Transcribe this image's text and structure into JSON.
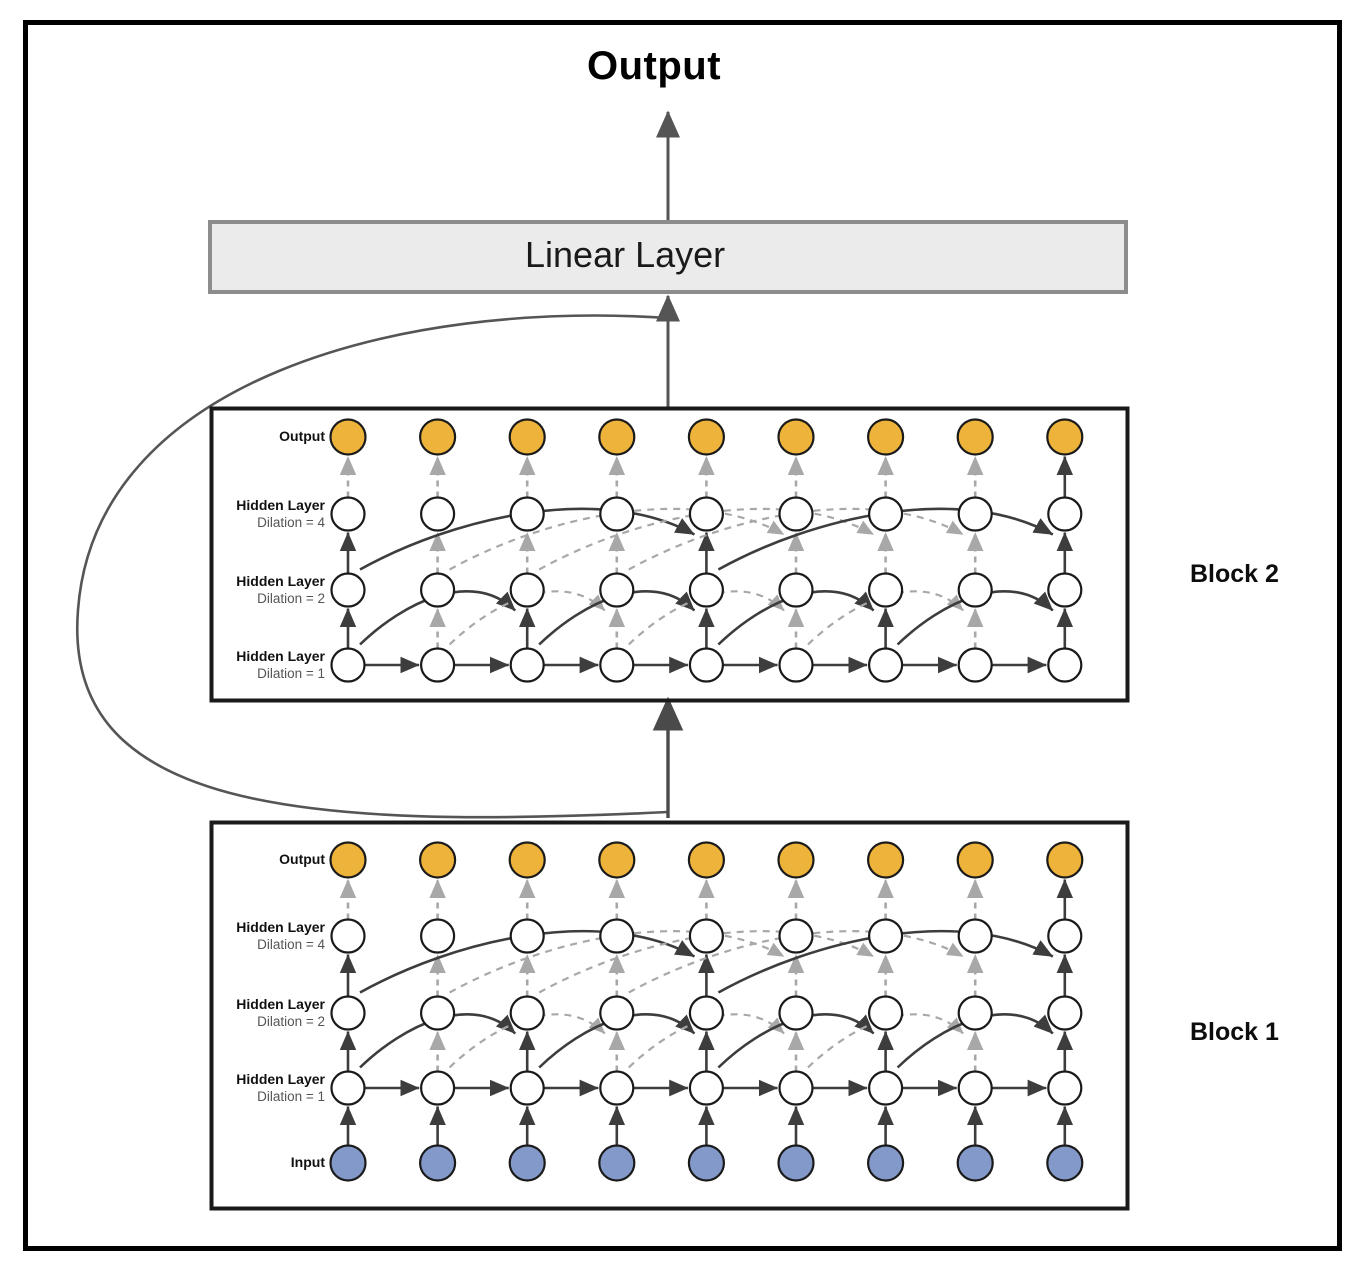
{
  "figure": {
    "title": "Output",
    "outer_border_color": "#000000"
  },
  "linear_layer": {
    "label": "Linear Layer",
    "fill": "#ebebeb",
    "stroke": "#8c8c8c"
  },
  "blocks": [
    {
      "id": "block-2",
      "label": "Block 2",
      "rows": [
        {
          "name": "output",
          "main": "Output",
          "sub": "",
          "node_fill": "#eeb33b"
        },
        {
          "name": "hidden-d4",
          "main": "Hidden Layer",
          "sub": "Dilation = 4",
          "node_fill": "#ffffff"
        },
        {
          "name": "hidden-d2",
          "main": "Hidden Layer",
          "sub": "Dilation = 2",
          "node_fill": "#ffffff"
        },
        {
          "name": "hidden-d1",
          "main": "Hidden Layer",
          "sub": "Dilation = 1",
          "node_fill": "#ffffff"
        }
      ]
    },
    {
      "id": "block-1",
      "label": "Block 1",
      "rows": [
        {
          "name": "output",
          "main": "Output",
          "sub": "",
          "node_fill": "#eeb33b"
        },
        {
          "name": "hidden-d4",
          "main": "Hidden Layer",
          "sub": "Dilation = 4",
          "node_fill": "#ffffff"
        },
        {
          "name": "hidden-d2",
          "main": "Hidden Layer",
          "sub": "Dilation = 2",
          "node_fill": "#ffffff"
        },
        {
          "name": "hidden-d1",
          "main": "Hidden Layer",
          "sub": "Dilation = 1",
          "node_fill": "#ffffff"
        },
        {
          "name": "input",
          "main": "Input",
          "sub": "",
          "node_fill": "#8399c9"
        }
      ]
    }
  ],
  "colors": {
    "output_node": "#eeb33b",
    "input_node": "#8399c9",
    "hidden_node": "#ffffff",
    "node_stroke": "#1a1a1a",
    "solid_edge": "#3d3d3d",
    "dashed_edge": "#a8a8a8",
    "block_border": "#1a1a1a"
  },
  "graph": {
    "nodes_per_row": 9,
    "dilations": [
      1,
      2,
      4
    ],
    "skip_connection": "block-1 output curves around left to Linear Layer input"
  }
}
